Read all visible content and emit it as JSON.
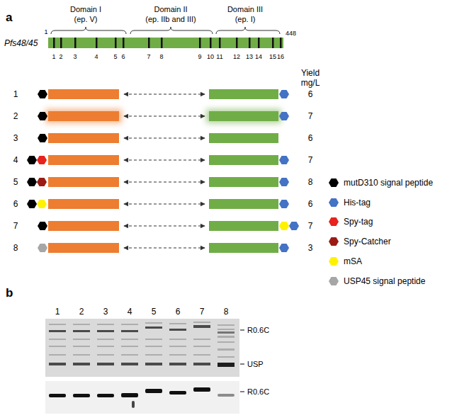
{
  "diagram": {
    "labels": [
      "a",
      "Domain I",
      "(ep. V)",
      "Domain II",
      "(ep. IIb and III)",
      "Domain III",
      "(ep. I)",
      "Pfs48/45",
      "1",
      "448",
      "1",
      "2",
      "3",
      "4",
      "5",
      "6",
      "7",
      "8",
      "9",
      "10",
      "11",
      "12",
      "13",
      "14",
      "15",
      "16",
      "Yield",
      "mg/L",
      "1",
      "2",
      "3",
      "4",
      "5",
      "6",
      "7",
      "8",
      "6",
      "7",
      "6",
      "7",
      "8",
      "6",
      "7",
      "3",
      "b",
      "1",
      "2",
      "3",
      "4",
      "5",
      "6",
      "7",
      "8",
      "R0.6C",
      "USP",
      "R0.6C"
    ],
    "legend": [
      {
        "text": "mutD310 signal peptide",
        "color": "#000000"
      },
      {
        "text": "His-tag",
        "color": "#4472c4"
      },
      {
        "text": "Spy-tag",
        "color": "#e8221c"
      },
      {
        "text": "Spy-Catcher",
        "color": "#9b1b14"
      },
      {
        "text": "mSA",
        "color": "#fff200"
      },
      {
        "text": "USP45 signal peptide",
        "color": "#a6a6a6"
      }
    ]
  }
}
